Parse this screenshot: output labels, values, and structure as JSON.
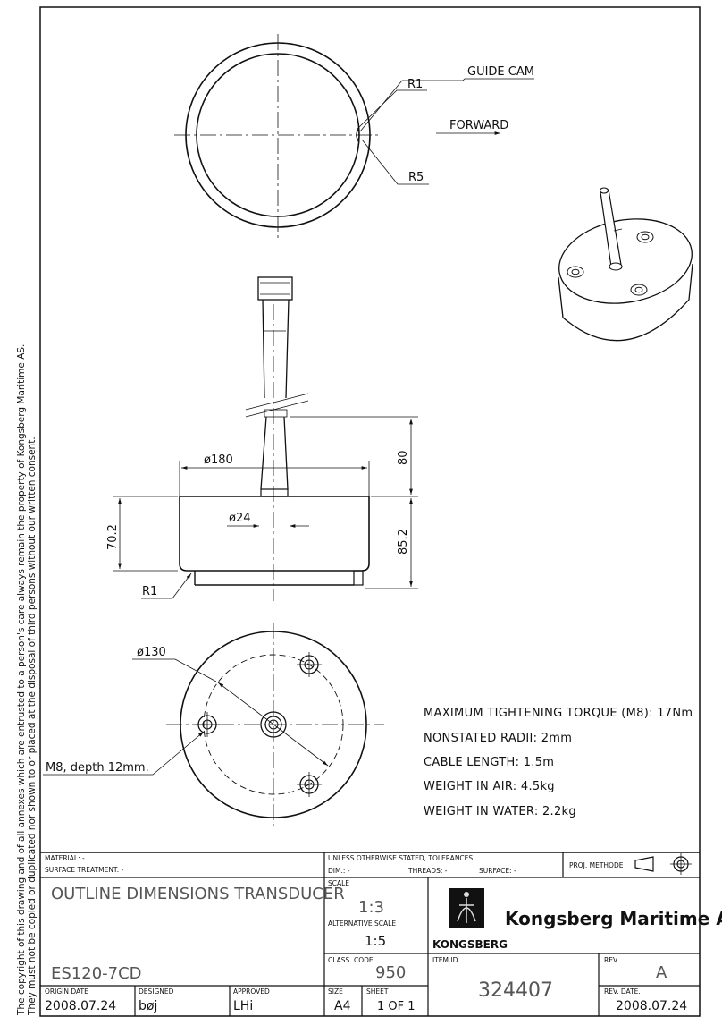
{
  "copyright": {
    "line1": "The copyright of this drawing and of all annexes which are entrusted to a person's care always remain the property of Kongsberg Maritime AS.",
    "line2": "They must not be copied or duplicated nor shown to or placed at the disposal of third persons without our written consent."
  },
  "top_view": {
    "r1": "R1",
    "guide_cam": "GUIDE CAM",
    "forward": "FORWARD",
    "r5": "R5"
  },
  "side_view": {
    "dia_180": "ø180",
    "dia_24": "ø24",
    "dim_80": "80",
    "dim_70_2": "70.2",
    "dim_85_2": "85.2",
    "r1": "R1"
  },
  "bottom_view": {
    "dia_130": "ø130",
    "thread": "M8, depth 12mm."
  },
  "notes": [
    "MAXIMUM TIGHTENING TORQUE (M8): 17Nm",
    "NONSTATED RADII: 2mm",
    "CABLE LENGTH: 1.5m",
    "WEIGHT IN AIR: 4.5kg",
    "WEIGHT IN WATER: 2.2kg"
  ],
  "title_block": {
    "material": "MATERIAL: -",
    "surface_treatment": "SURFACE TREATMENT: -",
    "tolerances": "UNLESS OTHERWISE STATED, TOLERANCES:",
    "dim": "DIM.: -",
    "threads": "THREADS: -",
    "surface": "SURFACE: -",
    "proj_method": "PROJ. METHODE",
    "title": "OUTLINE DIMENSIONS TRANSDUCER",
    "drawing_no": "ES120-7CD",
    "scale_label": "SCALE",
    "scale": "1:3",
    "alt_scale_label": "ALTERNATIVE SCALE",
    "alt_scale": "1:5",
    "class_code_label": "CLASS. CODE",
    "class_code": "950",
    "company": "Kongsberg Maritime AS",
    "logo_text": "KONGSBERG",
    "item_id_label": "ITEM ID",
    "item_id": "324407",
    "rev_label": "REV.",
    "rev": "A",
    "origin_date_label": "ORIGIN DATE",
    "origin_date": "2008.07.24",
    "designed_label": "DESIGNED",
    "designed": "bøj",
    "approved_label": "APPROVED",
    "approved": "LHi",
    "size_label": "SIZE",
    "size": "A4",
    "sheet_label": "SHEET",
    "sheet": "1 OF 1",
    "rev_date_label": "REV. DATE.",
    "rev_date": "2008.07.24"
  }
}
